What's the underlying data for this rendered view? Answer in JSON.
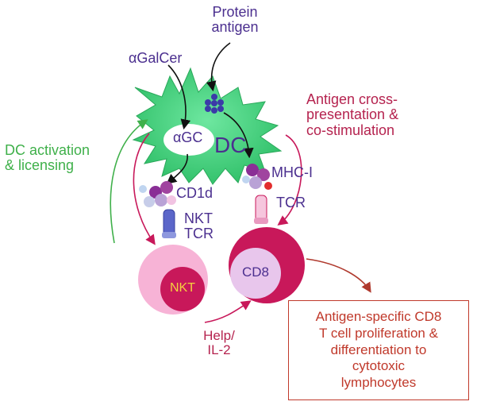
{
  "labels": {
    "protein_antigen": "Protein\nantigen",
    "agalcer": "αGalCer",
    "agc": "αGC",
    "dc": "DC",
    "cd1d": "CD1d",
    "nkt_tcr": "NKT\nTCR",
    "mhc_i": "MHC-I",
    "tcr": "TCR",
    "nkt_cell": "NKT",
    "cd8_cell": "CD8",
    "antigen_cross_presentation": "Antigen cross-\npresentation &\nco-stimulation",
    "dc_activation": "DC activation\n& licensing",
    "help_il2": "Help/\nIL-2",
    "outcome": "Antigen-specific CD8\nT cell proliferation &\ndifferentiation to\ncytotoxic\nlymphocytes"
  },
  "colors": {
    "dc_body": "#3fcf7a",
    "label_purple": "#4b2f8f",
    "label_magenta": "#b5234f",
    "label_green": "#3fb04a",
    "nkt_outer": "#f7b3d6",
    "nkt_inner": "#c8185a",
    "cd8_outer": "#c8185a",
    "cd8_inner": "#e8c6ec",
    "outcome_border": "#c0392b"
  }
}
